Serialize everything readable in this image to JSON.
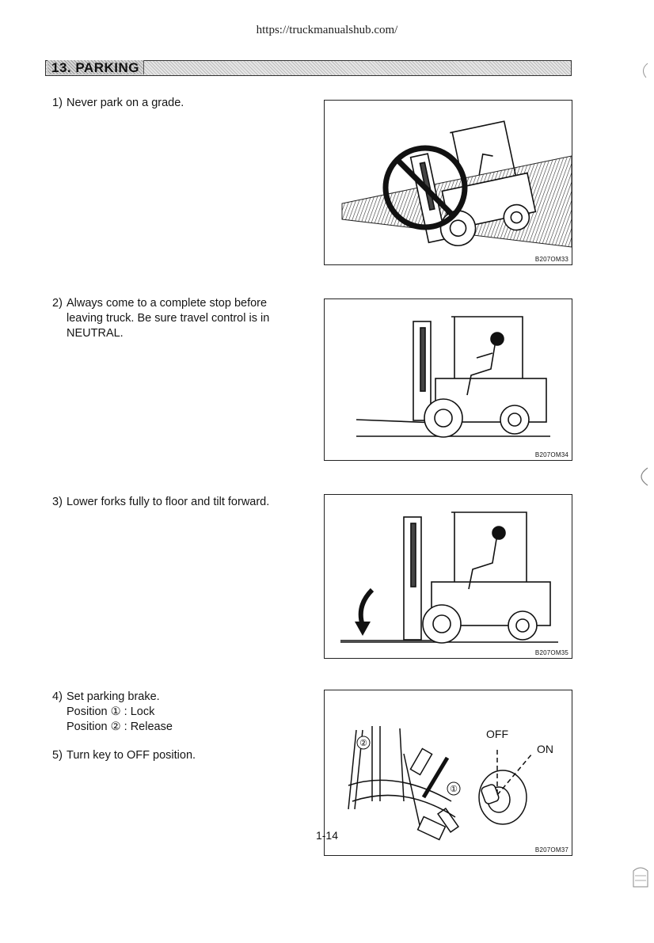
{
  "header": {
    "url": "https://truckmanualshub.com/"
  },
  "section": {
    "title": "13. PARKING"
  },
  "items": [
    {
      "number": "1)",
      "lines": [
        "Never park on a grade."
      ]
    },
    {
      "number": "2)",
      "lines": [
        "Always come to a complete stop before",
        "leaving truck.  Be sure travel control is in",
        "NEUTRAL."
      ]
    },
    {
      "number": "3)",
      "lines": [
        "Lower forks fully to floor and tilt forward."
      ]
    },
    {
      "number": "4)",
      "lines": [
        "Set parking brake.",
        "Position ① : Lock",
        "Position ② : Release"
      ]
    },
    {
      "number": "5)",
      "lines": [
        "Turn key to OFF position."
      ]
    }
  ],
  "figures": [
    {
      "code": "B207OM33"
    },
    {
      "code": "B207OM34"
    },
    {
      "code": "B207OM35"
    },
    {
      "code": "B207OM37",
      "labels": {
        "off": "OFF",
        "on": "ON",
        "pos1": "①",
        "pos2": "②"
      }
    }
  ],
  "footer": {
    "page_number": "1-14"
  }
}
